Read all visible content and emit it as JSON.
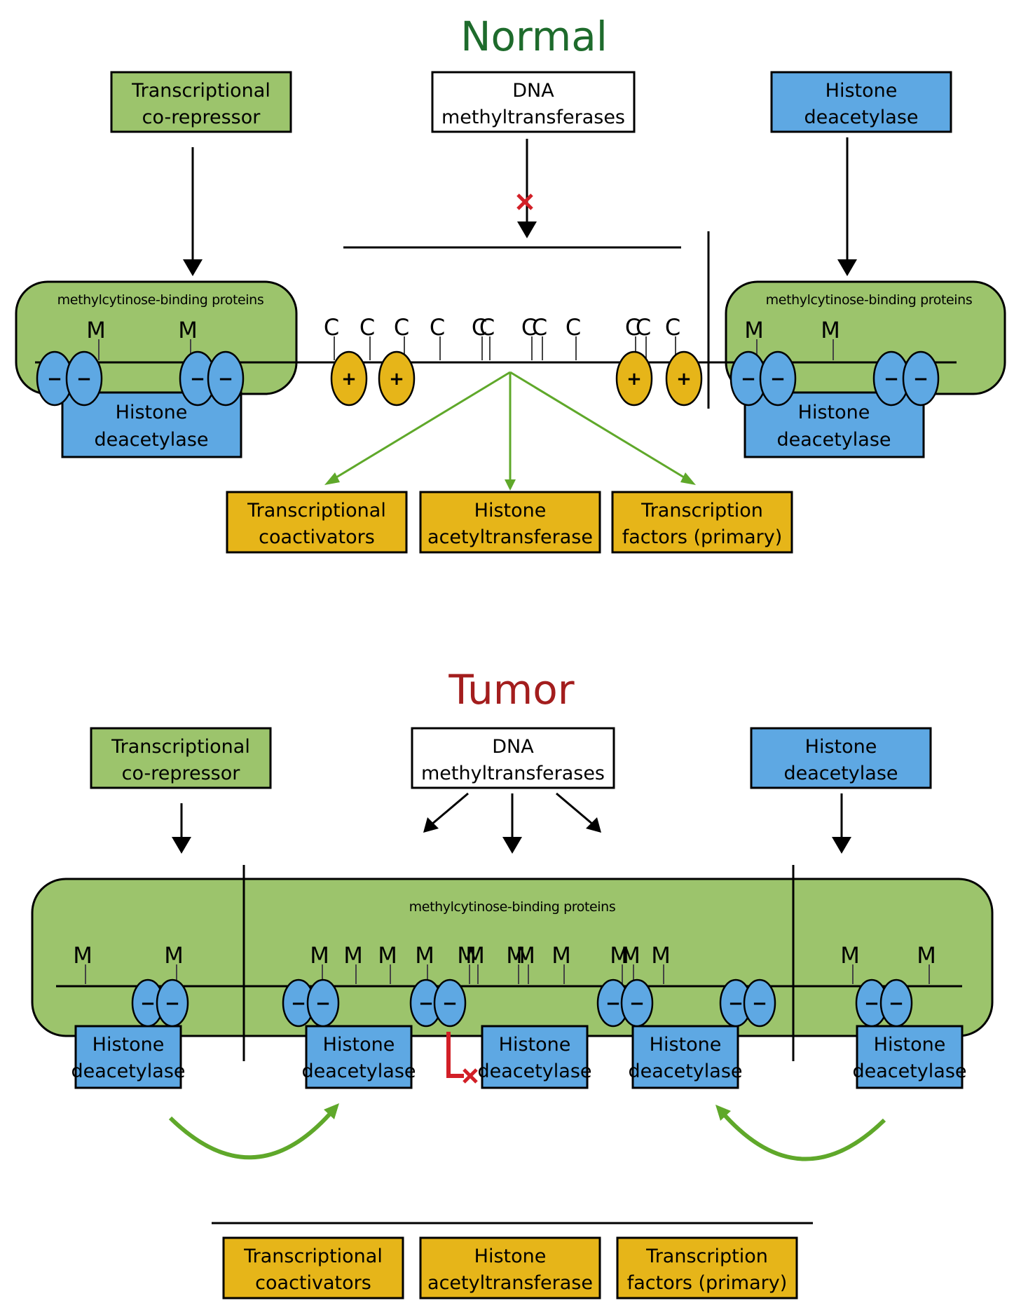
{
  "colors": {
    "normal_title": "#1e6b2c",
    "tumor_title": "#a31d1d",
    "green_box": "#9cc46c",
    "blue_box": "#5ea8e3",
    "yellow_box": "#e6b519",
    "green_arrow": "#5fa82a",
    "red_mark": "#d21f27"
  },
  "normal": {
    "title": "Normal",
    "corepressor": {
      "line1": "Transcriptional",
      "line2": "co-repressor"
    },
    "dnmt": {
      "line1": "DNA",
      "line2": "methyltransferases"
    },
    "hdac_top": {
      "line1": "Histone",
      "line2": "deacetylase"
    },
    "mbp_label": "methylcytinose-binding proteins",
    "hdac_bottom": {
      "line1": "Histone",
      "line2": "deacetylase"
    },
    "methyl_mark": "M",
    "cpg_mark": "C",
    "neg_sign": "−",
    "pos_sign": "+",
    "coactivators": {
      "line1": "Transcriptional",
      "line2": "coactivators"
    },
    "hat": {
      "line1": "Histone",
      "line2": "acetyltransferase"
    },
    "tf": {
      "line1": "Transcription",
      "line2": "factors (primary)"
    }
  },
  "tumor": {
    "title": "Tumor",
    "corepressor": {
      "line1": "Transcriptional",
      "line2": "co-repressor"
    },
    "dnmt": {
      "line1": "DNA",
      "line2": "methyltransferases"
    },
    "hdac_top": {
      "line1": "Histone",
      "line2": "deacetylase"
    },
    "mbp_label": "methylcytinose-binding proteins",
    "hdac_bottom": {
      "line1": "Histone",
      "line2": "deacetylase"
    },
    "methyl_mark": "M",
    "neg_sign": "−",
    "coactivators": {
      "line1": "Transcriptional",
      "line2": "coactivators"
    },
    "hat": {
      "line1": "Histone",
      "line2": "acetyltransferase"
    },
    "tf": {
      "line1": "Transcription",
      "line2": "factors (primary)"
    }
  }
}
